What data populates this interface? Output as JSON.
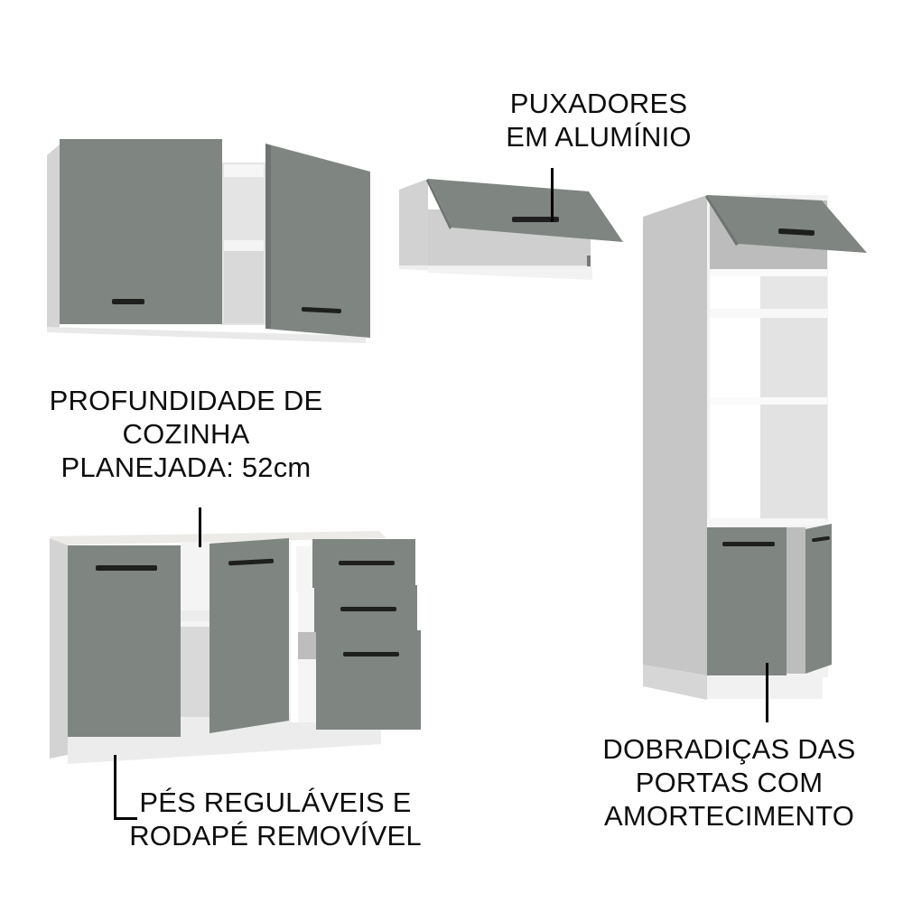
{
  "image": {
    "subject": "kitchen cabinet set product illustration",
    "background": "#ffffff",
    "colors": {
      "door_gray": "#7f8580",
      "door_edge": "#6e7470",
      "carcass_white": "#f3f3f3",
      "carcass_side": "#c9c9c9",
      "interior": "#dcdcdc",
      "handle": "#1f1f1f",
      "text": "#0d0d0d"
    }
  },
  "callouts": {
    "handles": {
      "lines": [
        "PUXADORES",
        "EM ALUMÍNIO"
      ]
    },
    "depth": {
      "lines": [
        "PROFUNDIDADE DE",
        "COZINHA",
        "PLANEJADA: 52cm"
      ]
    },
    "feet": {
      "lines": [
        "PÉS REGULÁVEIS E",
        "RODAPÉ REMOVÍVEL"
      ]
    },
    "hinges": {
      "lines": [
        "DOBRADIÇAS DAS",
        "PORTAS COM",
        "AMORTECIMENTO"
      ]
    }
  },
  "cabinets": [
    {
      "id": "upper-two-door",
      "type": "wall cabinet",
      "doors": 2,
      "state": "right door open"
    },
    {
      "id": "upper-flip-up",
      "type": "wall cabinet",
      "doors": 1,
      "state": "flip-up door open"
    },
    {
      "id": "tall-oven-tower",
      "type": "tall cabinet",
      "doors": 3,
      "state": "top flap open, bottom right door ajar"
    },
    {
      "id": "base-drawer-unit",
      "type": "base cabinet",
      "doors": 2,
      "drawers": 3,
      "state": "middle door open, drawers pulled out"
    }
  ]
}
